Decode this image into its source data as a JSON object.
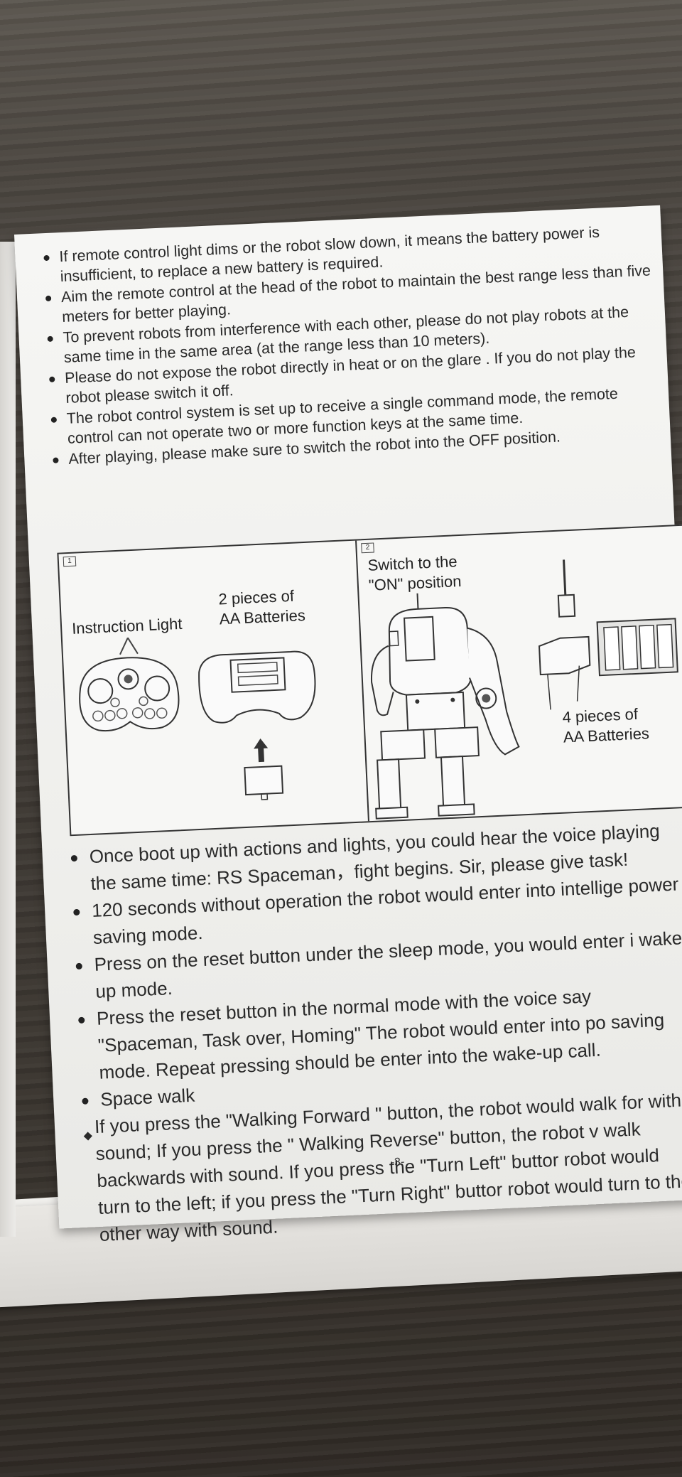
{
  "bullets_top": [
    "If remote control light dims or the robot slow down, it means the battery power is insufficient, to replace a new battery is required.",
    "Aim the remote control at the head of the robot to maintain the best range less than five meters for better playing.",
    "To prevent robots from interference with each other, please do not play robots at the same time in the same area (at the range less than 10 meters).",
    "Please do not expose the robot directly in heat or on the glare . If you do not play the robot please switch it off.",
    "The robot control system is set up to receive a single command mode, the remote control can not operate two or more function keys at the same time.",
    "After playing, please make sure to switch the robot into the OFF position."
  ],
  "figure": {
    "panel1_number": "1",
    "panel2_number": "2",
    "instruction_light": "Instruction Light",
    "batteries_2_line1": "2 pieces of",
    "batteries_2_line2": "AA Batteries",
    "switch_line1": "Switch to the",
    "switch_line2": "\"ON\" position",
    "batteries_4_line1": "4 pieces of",
    "batteries_4_line2": "AA Batteries"
  },
  "bullets_bottom": [
    "Once boot up with actions and lights, you could hear the voice playing the same time: RS Spaceman，fight  begins. Sir, please give task!",
    "120 seconds without operation the robot would enter into intellige power saving mode.",
    "Press on the reset button under the sleep mode, you would enter i wake up mode.",
    "Press the reset button in the normal mode with the voice say \"Spaceman, Task over, Homing\" The robot would enter into po saving mode. Repeat pressing should be enter into the wake-up call.",
    "Space walk"
  ],
  "space_walk_detail": "If you press the \"Walking Forward \" button, the robot would walk for with sound; If you press the \" Walking  Reverse\" button, the robot v walk backwards with sound. If you press the \"Turn Left\" buttor robot would turn to the left; if you press the \"Turn Right\" buttor robot would turn to the other way with sound.",
  "page_number": "-3-"
}
